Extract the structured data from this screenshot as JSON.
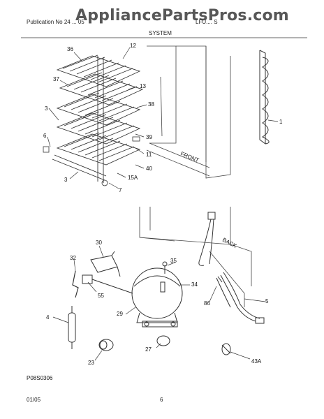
{
  "header": {
    "publication_prefix": "Publication No",
    "publication_no": "24 ... 05",
    "model": "LFU.... S",
    "section": "SYSTEM"
  },
  "watermark": "AppliancePartsPros.com",
  "callouts": {
    "c12": "12",
    "c36": "36",
    "c37": "37",
    "c13": "13",
    "c38": "38",
    "c3a": "3",
    "c6": "6",
    "c39": "39",
    "c11": "11",
    "c40": "40",
    "c15a": "15A",
    "c3b": "3",
    "c7": "7",
    "c1": "1",
    "c30": "30",
    "c32": "32",
    "c35": "35",
    "c55": "55",
    "c34": "34",
    "c86": "86",
    "c5": "5",
    "c29": "29",
    "c4": "4",
    "c27": "27",
    "c23": "23",
    "c43a": "43A"
  },
  "diagram_text": {
    "front": "FRONT",
    "back": "BACK",
    "part_code": "P08S0306"
  },
  "footer": {
    "date": "01/05",
    "page": "6"
  }
}
